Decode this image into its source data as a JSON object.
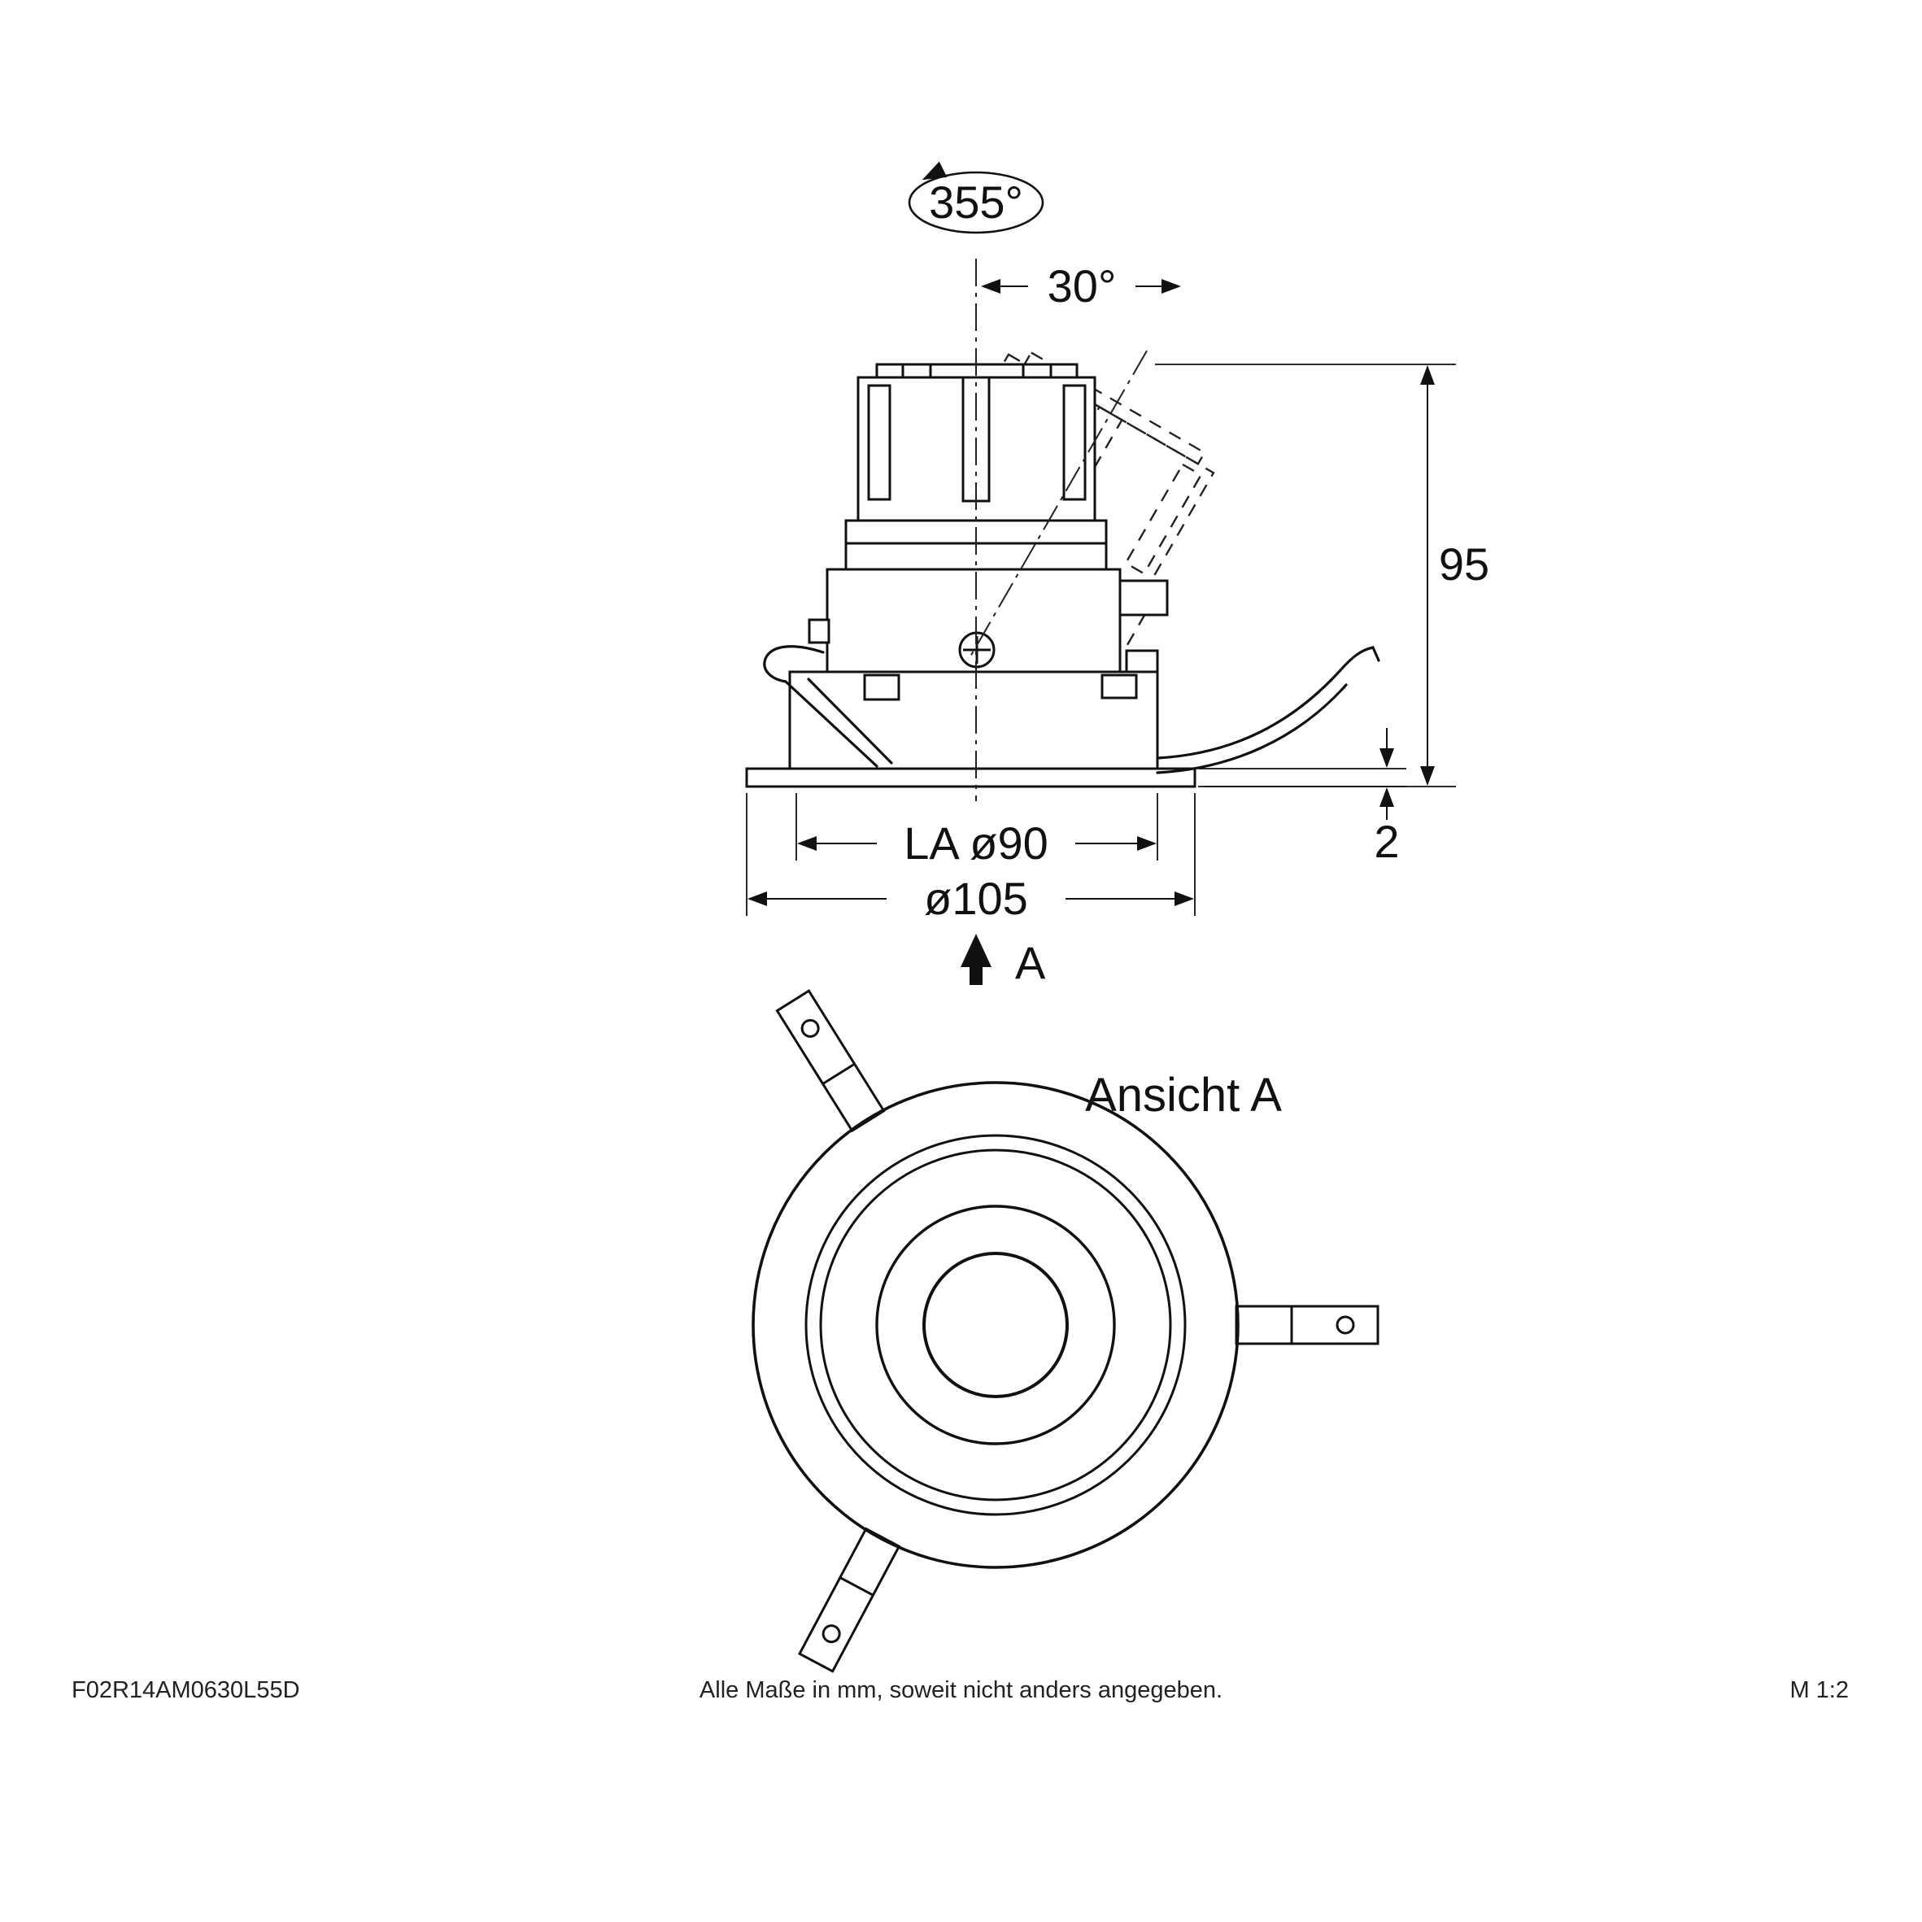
{
  "page": {
    "background": "#ffffff",
    "line_color": "#000000"
  },
  "side_view": {
    "labels": {
      "rotation_angle": "355°",
      "tilt_angle": "30°",
      "height": "95",
      "flange_thickness": "2",
      "cutout_diameter": "LA ø90",
      "flange_diameter": "ø105",
      "view_marker": "A"
    }
  },
  "bottom_view": {
    "title": "Ansicht A"
  },
  "footer": {
    "article_number": "F02R14AM0630L55D",
    "note": "Alle Maße in mm, soweit nicht anders angegeben.",
    "scale": "M 1:2"
  }
}
